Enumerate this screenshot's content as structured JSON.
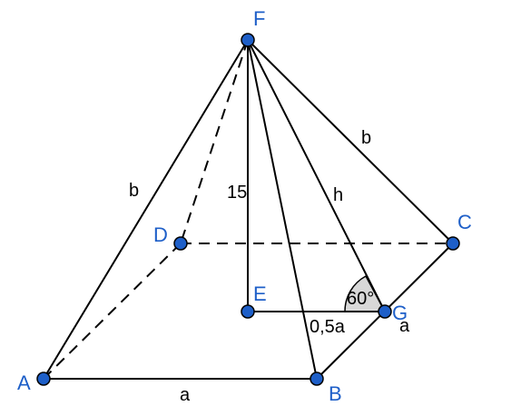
{
  "colors": {
    "point_fill": "#1e5fc8",
    "vertex_label": "#1e5fc8",
    "edge": "#000000",
    "angle_fill": "#d8d8d8"
  },
  "vertices": {
    "A": "A",
    "B": "B",
    "C": "C",
    "D": "D",
    "E": "E",
    "F": "F",
    "G": "G"
  },
  "measures": {
    "lateral_edge_AF": "b",
    "lateral_edge_CF": "b",
    "height_FE": "15",
    "slant_height_FG": "h",
    "base_side_AB": "a",
    "base_side_BC": "a",
    "half_side_EG": "0,5a",
    "angle_G": "60°"
  }
}
